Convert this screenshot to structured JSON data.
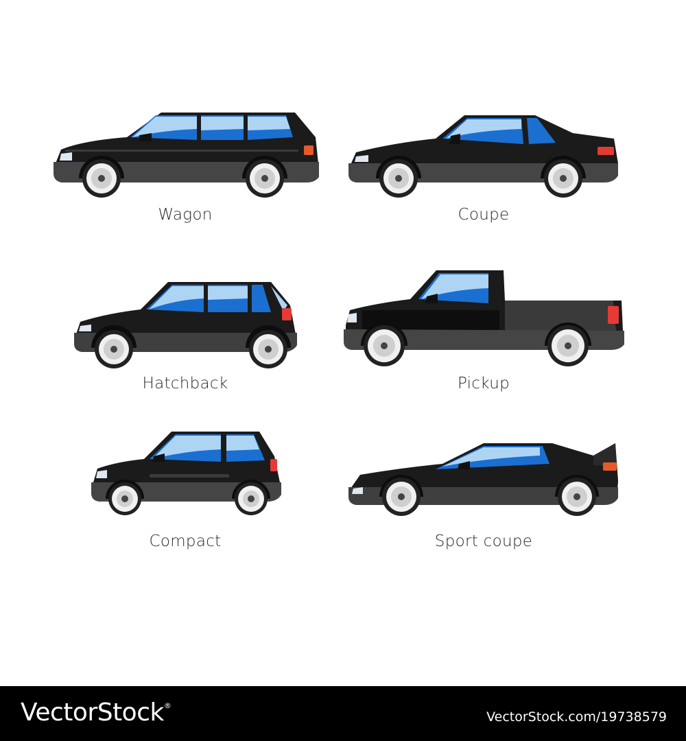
{
  "vehicles": [
    {
      "id": "wagon",
      "label": "Wagon"
    },
    {
      "id": "coupe",
      "label": "Coupe"
    },
    {
      "id": "hatchback",
      "label": "Hatchback"
    },
    {
      "id": "pickup",
      "label": "Pickup"
    },
    {
      "id": "compact",
      "label": "Compact"
    },
    {
      "id": "sport",
      "label": "Sport coupe"
    }
  ],
  "footer": {
    "brand": "VectorStock",
    "trademark": "®",
    "image_ref": "VectorStock.com/19738579"
  },
  "colors": {
    "body": "#1b1b1b",
    "lower_body": "#454545",
    "window": "#1b6fd0",
    "window_highlight": "#aed4f4",
    "tail_light": "#e53a35",
    "headlight": "#dfe8f0"
  }
}
